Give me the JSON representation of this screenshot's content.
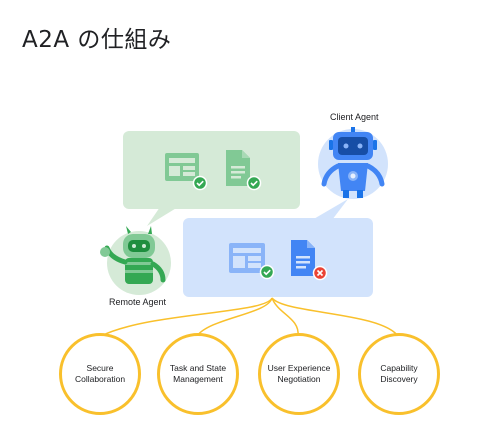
{
  "title": "A2A の仕組み",
  "agents": {
    "client_label": "Client Agent",
    "remote_label": "Remote Agent"
  },
  "capabilities": [
    {
      "line1": "Secure",
      "line2": "Collaboration"
    },
    {
      "line1": "Task and State",
      "line2": "Management"
    },
    {
      "line1": "User Experience",
      "line2": "Negotiation"
    },
    {
      "line1": "Capability",
      "line2": "Discovery"
    }
  ],
  "colors": {
    "green_bubble": "#d5ead7",
    "blue_bubble": "#d2e3fc",
    "green_icon": "#34a853",
    "blue_icon": "#4285f4",
    "error_red": "#ea4335",
    "connector_yellow": "#f9c02c"
  }
}
